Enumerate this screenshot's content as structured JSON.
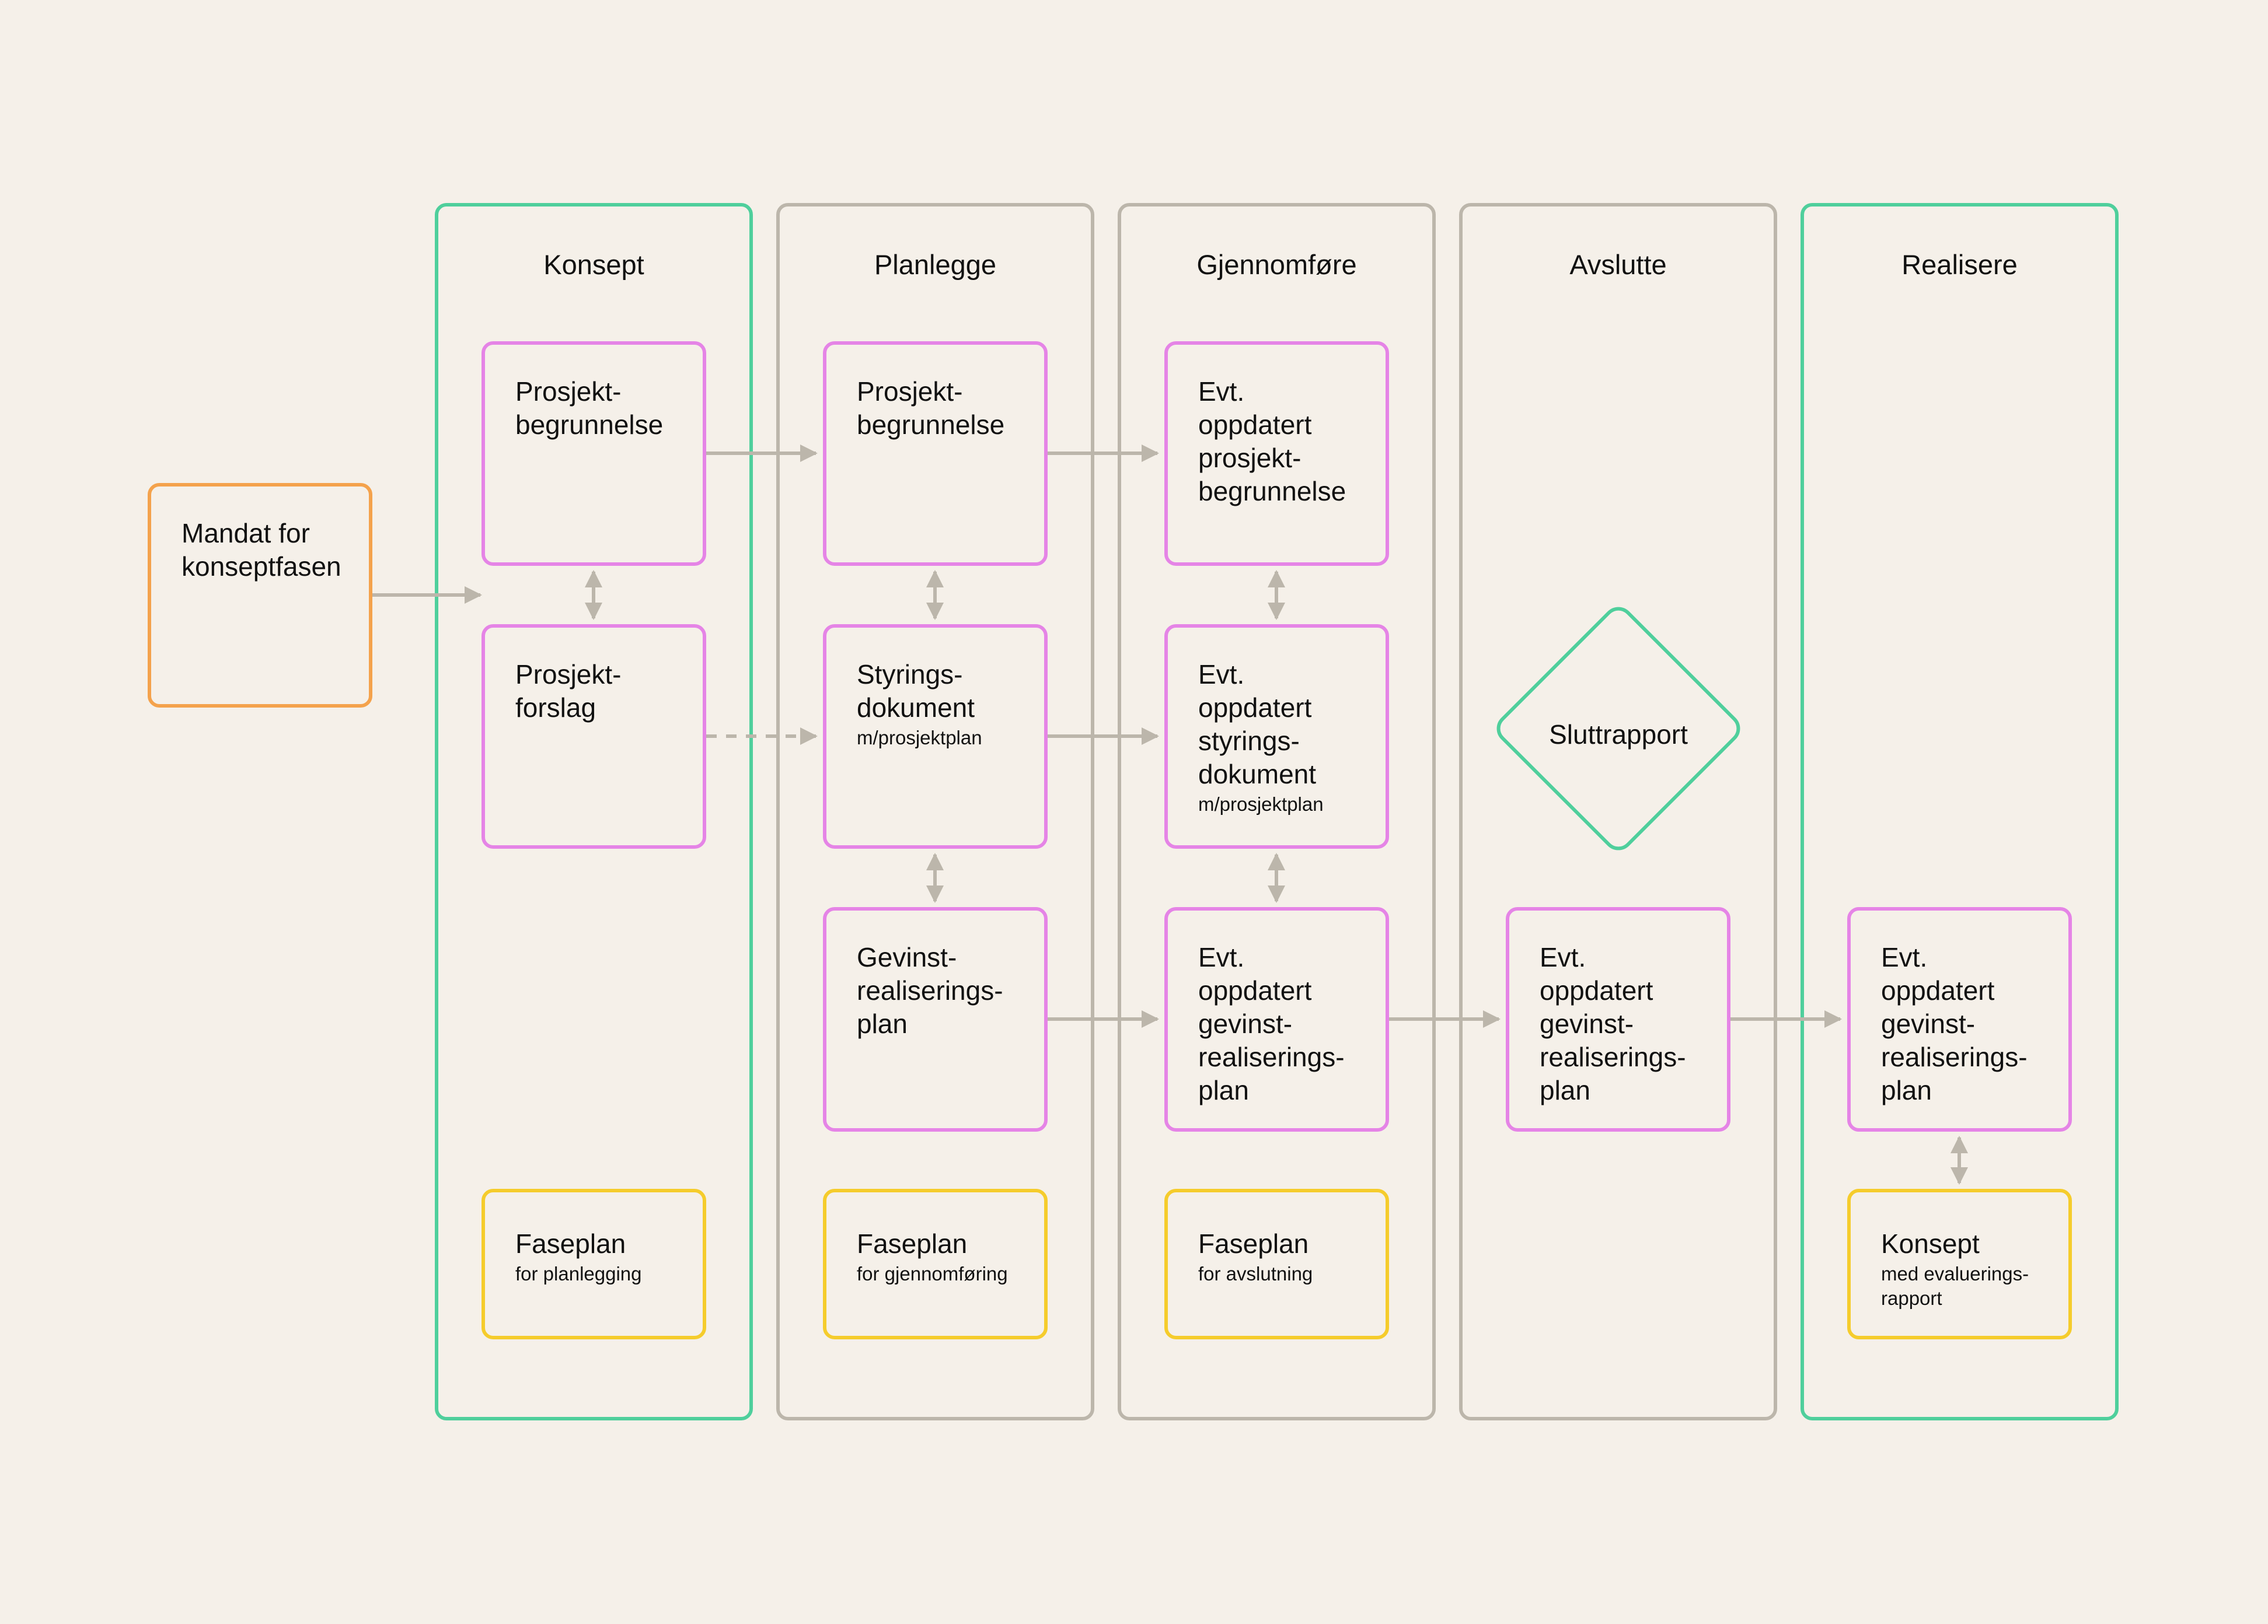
{
  "colors": {
    "background": "#f5f0e9",
    "phase_border_green": "#4fcf9c",
    "phase_border_gray": "#bcb6ab",
    "document_border": "#e584e6",
    "phase_plan_border": "#f5cc2c",
    "mandate_border": "#f4a24c",
    "arrow": "#bcb6ab"
  },
  "mandate": {
    "title": "Mandat for\nkonseptfasen"
  },
  "phases": [
    {
      "title": "Konsept"
    },
    {
      "title": "Planlegge"
    },
    {
      "title": "Gjennomføre"
    },
    {
      "title": "Avslutte"
    },
    {
      "title": "Realisere"
    }
  ],
  "konsept": {
    "begrunnelse": "Prosjekt-\nbegrunnelse",
    "forslag": "Prosjekt-\nforslag",
    "faseplan_title": "Faseplan",
    "faseplan_sub": "for planlegging"
  },
  "planlegge": {
    "begrunnelse": "Prosjekt-\nbegrunnelse",
    "styring_title": "Styrings-\ndokument",
    "styring_sub": "m/prosjektplan",
    "gevinst": "Gevinst-\nrealiserings-\nplan",
    "faseplan_title": "Faseplan",
    "faseplan_sub": "for gjennomføring"
  },
  "gjennomfore": {
    "begrunnelse": "Evt.\noppdatert\nprosjekt-\nbegrunnelse",
    "styring_title": "Evt.\noppdatert\nstyrings-\ndokument",
    "styring_sub": "m/prosjektplan",
    "gevinst": "Evt.\noppdatert\ngevinst-\nrealiserings-\nplan",
    "faseplan_title": "Faseplan",
    "faseplan_sub": "for avslutning"
  },
  "avslutte": {
    "sluttrapport": "Sluttrapport",
    "gevinst": "Evt.\noppdatert\ngevinst-\nrealiserings-\nplan"
  },
  "realisere": {
    "gevinst": "Evt.\noppdatert\ngevinst-\nrealiserings-\nplan",
    "konsept_title": "Konsept",
    "konsept_sub": "med evaluerings-\nrapport"
  }
}
